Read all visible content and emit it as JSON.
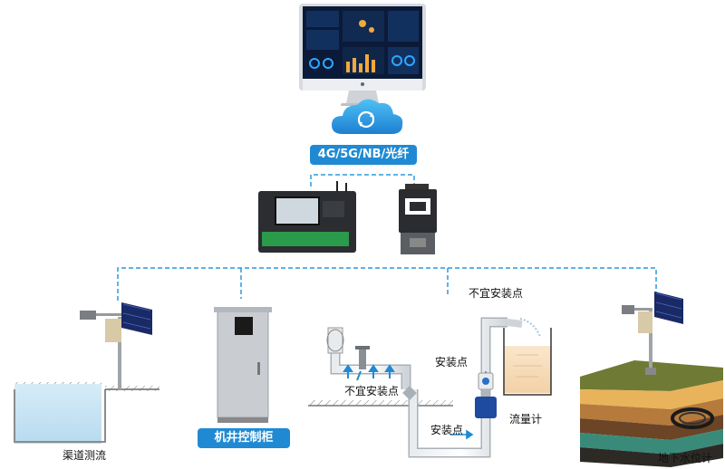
{
  "network": {
    "label": "4G/5G/NB/光纤"
  },
  "labels": {
    "channel": "渠道测流",
    "well_cabinet": "机井控制柜",
    "unsuitable_top": "不宜安装点",
    "unsuitable_left": "不宜安装点",
    "install_mid": "安装点",
    "install_bottom": "安装点",
    "flowmeter": "流量计",
    "groundwater": "地下水位计"
  },
  "colors": {
    "accent": "#1f8ad3",
    "connector": "#2a9ae0"
  }
}
